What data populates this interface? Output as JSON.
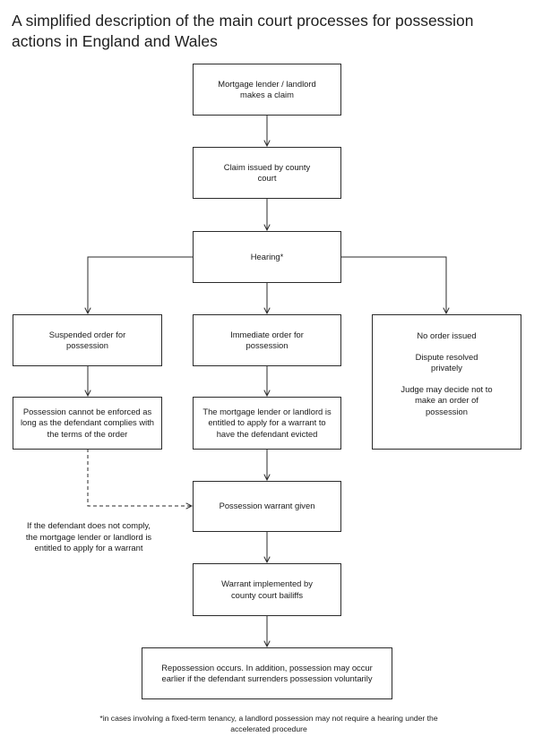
{
  "title": "A simplified description of the main court processes for possession actions in England and Wales",
  "nodes": {
    "claim": "Mortgage lender / landlord makes a claim",
    "issued": "Claim issued by county court",
    "hearing": "Hearing*",
    "suspended": "Suspended order for possession",
    "immediate": "Immediate order for possession",
    "no_order": {
      "heading": "No order issued",
      "line1": "Dispute resolved privately",
      "line2": "Judge may decide not to make an order of possession"
    },
    "cannot_enforce": "Possession cannot be enforced as long as the defendant complies with the terms of the order",
    "entitled": "The mortgage lender or landlord is entitled to apply for a warrant to have the defendant evicted",
    "warrant_given": "Possession warrant given",
    "implemented": "Warrant implemented by county court bailiffs",
    "repossession": "Repossession occurs. In addition, possession may occur earlier if the defendant surrenders possession voluntarily"
  },
  "side_note": "If the defendant does not comply, the mortgage lender or landlord is entitled to apply for a warrant",
  "footnote": "*in cases involving a fixed-term tenancy, a landlord possession may not require a hearing under the accelerated procedure"
}
